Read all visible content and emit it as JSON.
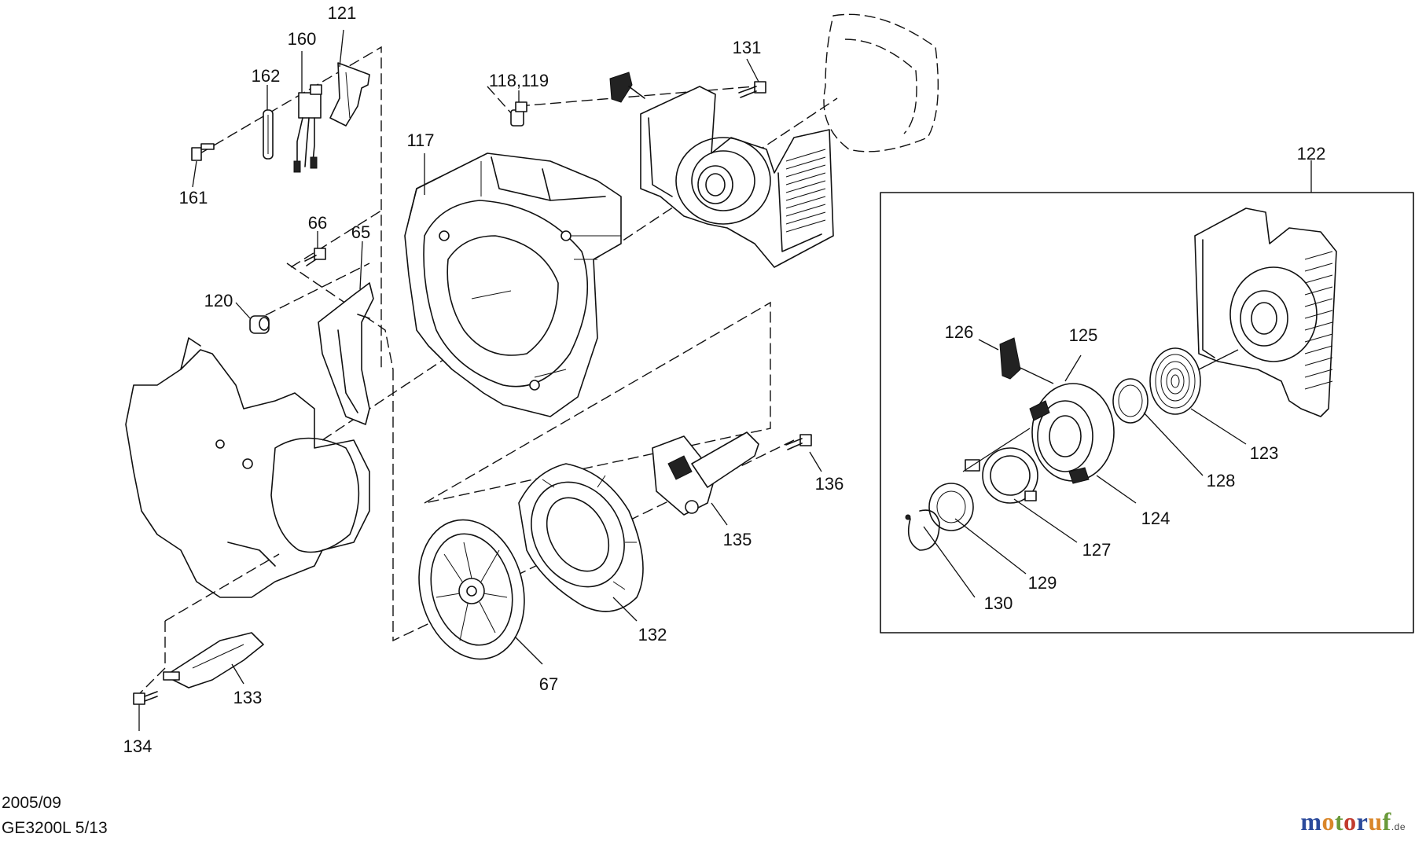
{
  "labels": {
    "p121": "121",
    "p160": "160",
    "p162": "162",
    "p161": "161",
    "p118_119": "118,119",
    "p117": "117",
    "p131": "131",
    "p122": "122",
    "p66": "66",
    "p65": "65",
    "p120": "120",
    "p126": "126",
    "p125": "125",
    "p123": "123",
    "p128": "128",
    "p124": "124",
    "p127": "127",
    "p129": "129",
    "p130": "130",
    "p136": "136",
    "p135": "135",
    "p132": "132",
    "p67": "67",
    "p133": "133",
    "p134": "134"
  },
  "footer": {
    "date": "2005/09",
    "model_page": "GE3200L 5/13"
  },
  "brand": {
    "letters": [
      "m",
      "o",
      "t",
      "o",
      "r",
      "u",
      "f"
    ],
    "suffix": ".de",
    "colors": [
      "#2b4a9b",
      "#d9862a",
      "#6a9a3a",
      "#c23b2f",
      "#2b4a9b",
      "#d9862a",
      "#6a9a3a"
    ]
  }
}
